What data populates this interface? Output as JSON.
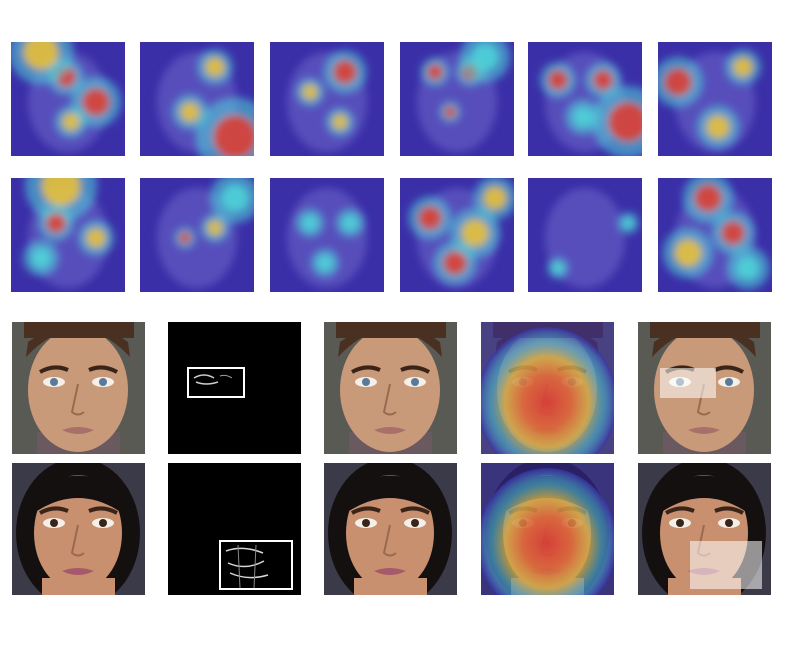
{
  "figure": {
    "heatmap_grid": {
      "rows": 2,
      "cols": 6,
      "tiles": [
        {
          "variant": "a"
        },
        {
          "variant": "b"
        },
        {
          "variant": "c"
        },
        {
          "variant": "d"
        },
        {
          "variant": "e"
        },
        {
          "variant": "f"
        },
        {
          "variant": "g"
        },
        {
          "variant": "h"
        },
        {
          "variant": "i"
        },
        {
          "variant": "j"
        },
        {
          "variant": "k"
        },
        {
          "variant": "l"
        }
      ]
    },
    "examples": [
      {
        "subject": "male-face",
        "skin": "#c89a7a",
        "hair": "#4a3020",
        "background": "#5a5a55",
        "box_region": "eyes"
      },
      {
        "subject": "female-face",
        "skin": "#c8906e",
        "hair": "#151010",
        "background": "#3a3a48",
        "box_region": "mouth"
      }
    ],
    "colors": {
      "heatmap_base": "#3b2fa8",
      "heatmap_cool": "#4fd6d8",
      "heatmap_warm": "#f2c230",
      "heatmap_hot": "#e63a2a",
      "mask_background": "#000000",
      "box_outline": "#ffffff"
    }
  }
}
